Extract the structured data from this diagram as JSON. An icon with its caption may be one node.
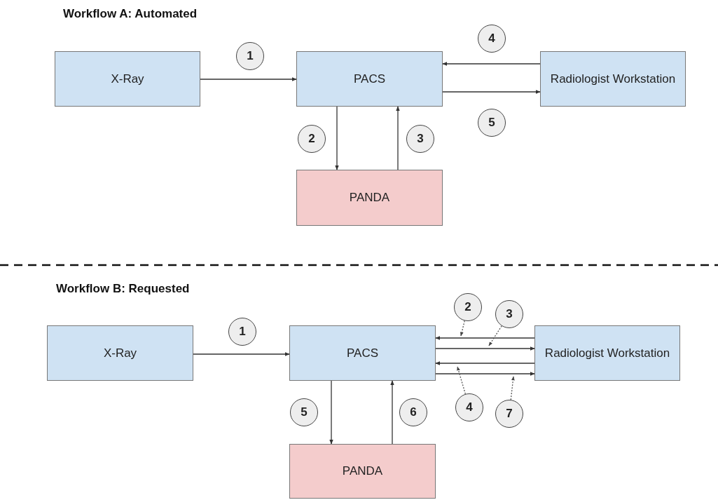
{
  "diagram": {
    "nodes": [
      {
        "text": [
          "X-Ray"
        ]
      },
      {
        "text": [
          "PACS"
        ]
      },
      {
        "text": [
          "Radiologist Workstation"
        ]
      },
      {
        "text": [
          "PANDA"
        ]
      },
      {
        "text": [
          "1"
        ]
      },
      {
        "text": [
          "2"
        ]
      },
      {
        "text": [
          "3"
        ]
      },
      {
        "text": [
          "4"
        ]
      },
      {
        "text": [
          "5"
        ]
      },
      {
        "text": [
          "X-Ray"
        ]
      },
      {
        "text": [
          "PACS"
        ]
      },
      {
        "text": [
          "Radiologist Workstation"
        ]
      },
      {
        "text": [
          "PANDA"
        ]
      },
      {
        "text": [
          "1"
        ]
      },
      {
        "text": [
          "2"
        ]
      },
      {
        "text": [
          "3"
        ]
      },
      {
        "text": [
          "4"
        ]
      },
      {
        "text": [
          "5"
        ]
      },
      {
        "text": [
          "6"
        ]
      },
      {
        "text": [
          "7"
        ]
      }
    ],
    "edges": [
      {
        "from": 0,
        "to": 1,
        "arrow": "to"
      },
      {
        "from": 1,
        "to": 3,
        "arrow": "to"
      },
      {
        "from": 3,
        "to": 1,
        "arrow": "to"
      },
      {
        "from": 2,
        "to": 1,
        "arrow": "to"
      },
      {
        "from": 1,
        "to": 2,
        "arrow": "to"
      },
      {
        "from": 9,
        "to": 10,
        "arrow": "to"
      },
      {
        "from": 11,
        "to": 10,
        "arrow": "to"
      },
      {
        "from": 10,
        "to": 11,
        "arrow": "to"
      },
      {
        "from": 11,
        "to": 10,
        "arrow": "to"
      },
      {
        "from": 10,
        "to": 11,
        "arrow": "to"
      },
      {
        "from": 10,
        "to": 12,
        "arrow": "to"
      },
      {
        "from": 12,
        "to": 10,
        "arrow": "to"
      },
      {
        "from": 14,
        "to": null,
        "arrow": "to",
        "style": "dashed"
      },
      {
        "from": 15,
        "to": null,
        "arrow": "to",
        "style": "dashed"
      },
      {
        "from": 16,
        "to": null,
        "arrow": "to",
        "style": "dashed"
      },
      {
        "from": 19,
        "to": null,
        "arrow": "to",
        "style": "dashed"
      }
    ],
    "labels": [
      "Workflow A: Automated",
      "Workflow B: Requested"
    ]
  }
}
